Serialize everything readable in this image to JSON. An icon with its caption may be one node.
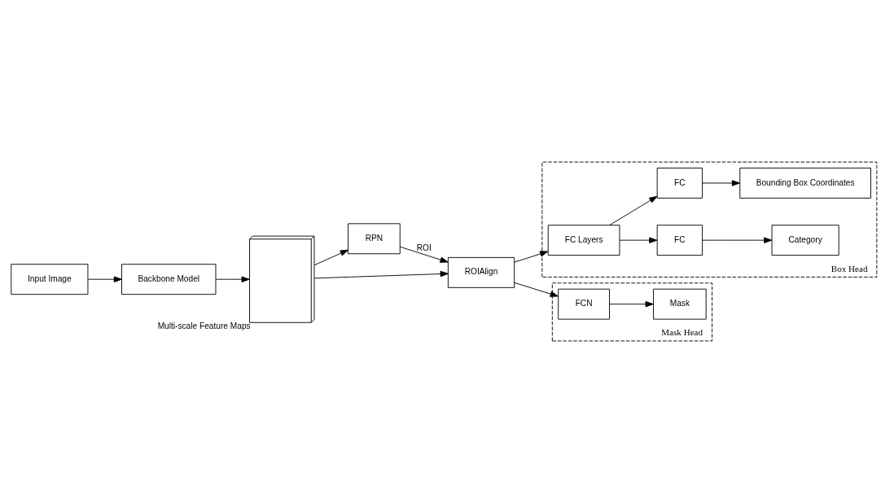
{
  "diagram": {
    "nodes": [
      {
        "text": [
          "Input Image"
        ]
      },
      {
        "text": [
          "Backbone Model"
        ]
      },
      {
        "text": [
          "Multi-scale Feature Maps"
        ]
      },
      {
        "text": [
          "RPN"
        ]
      },
      {
        "text": [
          "ROIAlign"
        ]
      },
      {
        "text": [
          "Box Head"
        ]
      },
      {
        "text": [
          "Category"
        ],
        "in": 5
      },
      {
        "text": [
          "FC"
        ],
        "in": 5
      },
      {
        "text": [
          "FC Layers"
        ],
        "in": 5
      },
      {
        "text": [
          "Bounding Box Coordinates"
        ],
        "in": 5
      },
      {
        "text": [
          "FC"
        ],
        "in": 5
      },
      {
        "text": [
          "Mask Head"
        ]
      },
      {
        "text": [
          "FCN"
        ],
        "in": 11
      },
      {
        "text": [
          "Mask"
        ],
        "in": 11
      }
    ],
    "edges": [
      {
        "from": 0,
        "to": 1,
        "arrow": "to"
      },
      {
        "from": 1,
        "to": 2,
        "arrow": "to"
      },
      {
        "from": 2,
        "to": 3,
        "arrow": "to"
      },
      {
        "from": 3,
        "to": 4,
        "arrow": "to",
        "label": "ROI"
      },
      {
        "from": 2,
        "to": 4,
        "arrow": "to"
      },
      {
        "from": 4,
        "to": 8,
        "arrow": "to"
      },
      {
        "from": 4,
        "to": 12,
        "arrow": "to"
      },
      {
        "from": 8,
        "to": 7,
        "arrow": "to"
      },
      {
        "from": 8,
        "to": 10,
        "arrow": "to"
      },
      {
        "from": 7,
        "to": 6,
        "arrow": "to"
      },
      {
        "from": 10,
        "to": 9,
        "arrow": "to"
      },
      {
        "from": 12,
        "to": 13,
        "arrow": "to"
      }
    ]
  }
}
